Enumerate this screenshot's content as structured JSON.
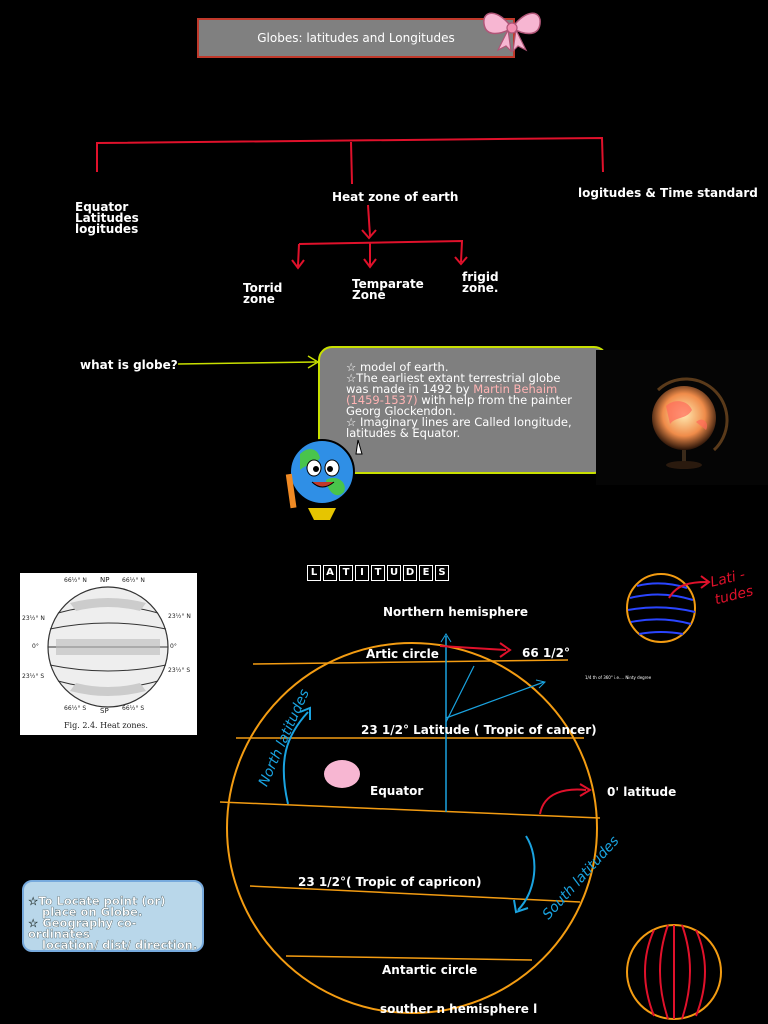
{
  "title": "Globes: latitudes and Longitudes",
  "tree": {
    "branch_left": [
      "Equator",
      "Latitudes",
      "logitudes"
    ],
    "branch_mid": "Heat zone of earth",
    "branch_right": "logitudes & Time  standard",
    "zones": {
      "torrid": [
        "Torrid",
        "zone"
      ],
      "temperate": [
        "Temparate",
        "Zone"
      ],
      "frigid": [
        "frigid",
        "zone."
      ]
    }
  },
  "question": "what is globe?",
  "bubble": {
    "line1": "☆ model of earth.",
    "line2a": "☆The earliest extant terrestrial globe",
    "line2b": "was made in 1492 by ",
    "line2_name": "Martin Behaim",
    "line2c_years": "(1459-1537)",
    "line2c": " with help from the painter",
    "line2d": "Georg Glockendon.",
    "line3a": "☆ Imaginary lines are Called longitude,",
    "line3b": "latitudes & Equator."
  },
  "latitudes_heading": [
    "L",
    "A",
    "T",
    "I",
    "T",
    "U",
    "D",
    "E",
    "S"
  ],
  "heat_card": {
    "np": "NP",
    "sp": "SP",
    "n66l": "66½° N",
    "n66r": "66½° N",
    "n23l": "23½° N",
    "n23r": "23½° N",
    "zero_l": "0°",
    "zero_r": "0°",
    "s23l": "23½° S",
    "s23r": "23½° S",
    "s66l": "66½° S",
    "s66r": "66½° S",
    "caption": "Fig. 2.4. Heat zones."
  },
  "diagram": {
    "north": "Northern hemisphere",
    "arctic": "Artic circle",
    "arctic_deg": "66 1/2°",
    "tiny_note": "1/4 th of 360° i.e.... Ninty degree",
    "cancer": "23 1/2° Latitude ( Tropic of cancer)",
    "equator": "Equator",
    "zero_lat": "0' latitude",
    "capricorn": "23 1/2°( Tropic of capricon)",
    "antarctic": "Antartic circle",
    "south": "souther n hemisphere l",
    "north_lat": "North latitudes",
    "south_lat": "South latitudes",
    "lati": "Lati -tudes"
  },
  "note": {
    "line1": "☆To Locate point (or)",
    "line2": "place on Globe.",
    "line3": "☆ Geography co-ordinates",
    "line4": "location/ dist/ direction."
  },
  "colors": {
    "branch": "#e0112b",
    "orange": "#f39c12",
    "cyan": "#1aa3e0",
    "lime": "#c8e000",
    "blue": "#2a45ff"
  }
}
